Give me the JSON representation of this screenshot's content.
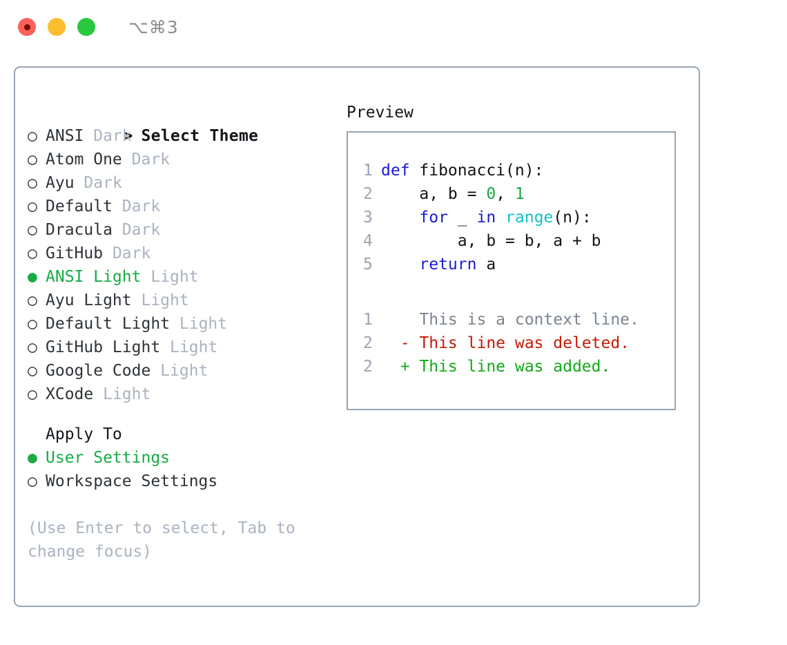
{
  "window": {
    "title": "⌥⌘3",
    "traffic_lights": [
      "close-red",
      "minimize-yellow",
      "maximize-green"
    ],
    "colors": {
      "border": "#99a3b3",
      "accent_green": "#17ab45",
      "muted": "#aab3c0",
      "keyword_blue": "#1a1ad6",
      "function_cyan": "#14c3c3",
      "diff_delete_red": "#c41a08",
      "diff_add_green": "#10aa18"
    }
  },
  "theme_picker": {
    "prompt_marker": ">",
    "heading": "Select Theme",
    "marker_selected": "●",
    "marker_unselected": "○",
    "items": [
      {
        "name": "ANSI",
        "tag": "Dark",
        "selected": false
      },
      {
        "name": "Atom One",
        "tag": "Dark",
        "selected": false
      },
      {
        "name": "Ayu",
        "tag": "Dark",
        "selected": false
      },
      {
        "name": "Default",
        "tag": "Dark",
        "selected": false
      },
      {
        "name": "Dracula",
        "tag": "Dark",
        "selected": false
      },
      {
        "name": "GitHub",
        "tag": "Dark",
        "selected": false
      },
      {
        "name": "ANSI Light",
        "tag": "Light",
        "selected": true
      },
      {
        "name": "Ayu Light",
        "tag": "Light",
        "selected": false
      },
      {
        "name": "Default Light",
        "tag": "Light",
        "selected": false
      },
      {
        "name": "GitHub Light",
        "tag": "Light",
        "selected": false
      },
      {
        "name": "Google Code",
        "tag": "Light",
        "selected": false
      },
      {
        "name": "XCode",
        "tag": "Light",
        "selected": false
      }
    ]
  },
  "apply_to": {
    "heading": "Apply To",
    "items": [
      {
        "label": "User Settings",
        "selected": true
      },
      {
        "label": "Workspace Settings",
        "selected": false
      }
    ]
  },
  "hint": "(Use Enter to select, Tab to change focus)",
  "preview": {
    "heading": "Preview",
    "code": [
      {
        "ln": "1",
        "tokens": [
          {
            "t": "def",
            "c": "kw"
          },
          {
            "t": " fibonacci(n):",
            "c": "plain"
          }
        ]
      },
      {
        "ln": "2",
        "tokens": [
          {
            "t": "    a, b = ",
            "c": "plain"
          },
          {
            "t": "0",
            "c": "num"
          },
          {
            "t": ", ",
            "c": "plain"
          },
          {
            "t": "1",
            "c": "num"
          }
        ]
      },
      {
        "ln": "3",
        "tokens": [
          {
            "t": "    ",
            "c": "plain"
          },
          {
            "t": "for",
            "c": "kw"
          },
          {
            "t": " _ ",
            "c": "plain"
          },
          {
            "t": "in",
            "c": "kw"
          },
          {
            "t": " ",
            "c": "plain"
          },
          {
            "t": "range",
            "c": "fn"
          },
          {
            "t": "(n):",
            "c": "plain"
          }
        ]
      },
      {
        "ln": "4",
        "tokens": [
          {
            "t": "        a, b = b, a + b",
            "c": "plain"
          }
        ]
      },
      {
        "ln": "5",
        "tokens": [
          {
            "t": "    ",
            "c": "plain"
          },
          {
            "t": "return",
            "c": "kw"
          },
          {
            "t": " a",
            "c": "plain"
          }
        ]
      }
    ],
    "diff": [
      {
        "ln": "1",
        "sign": " ",
        "text": "This is a context line.",
        "kind": "diff-ctx"
      },
      {
        "ln": "2",
        "sign": "-",
        "text": "This line was deleted.",
        "kind": "diff-del"
      },
      {
        "ln": "2",
        "sign": "+",
        "text": "This line was added.",
        "kind": "diff-add"
      }
    ]
  }
}
